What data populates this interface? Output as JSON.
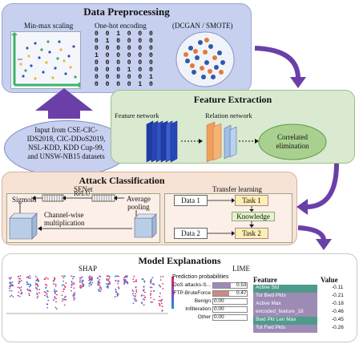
{
  "preprocessing": {
    "title": "Data Preprocessing",
    "minmax_label": "Min-max scaling",
    "onehot_label": "One-hot encoding",
    "gan_label": "(DCGAN / SMOTE)",
    "onehot_rows": [
      "0 0 1 0 0 0",
      "0 1 0 0 0 0",
      "0 0 0 0 0 0",
      "1 0 0 0 0 0",
      "0 0 0 0 0 0",
      "0 0 0 1 0 0",
      "0 0 0 0 0 1",
      "0 0 0 0 1 0"
    ]
  },
  "input": {
    "text_lines": [
      "Input from CSE-CIC-",
      "IDS2018, CIC-DDoS2019,",
      "NSL-KDD, KDD Cup-99,",
      "and UNSW-NB15 datasets"
    ]
  },
  "feature_extraction": {
    "title": "Feature Extraction",
    "feature_network": "Feature network",
    "relation_network": "Relation network",
    "correlated_line1": "Correlated",
    "correlated_line2": "elimination"
  },
  "attack_classification": {
    "title": "Attack Classification",
    "senet_label": "SENet",
    "sigmoid": "Sigmoid",
    "relu": "ReLU",
    "average_pooling_line1": "Average",
    "average_pooling_line2": "pooling",
    "channel_wise_line1": "Channel-wise",
    "channel_wise_line2": "multiplication",
    "transfer_learning": "Transfer learning",
    "data1": "Data 1",
    "data2": "Data 2",
    "task1": "Task 1",
    "task2": "Task 2",
    "knowledge": "Knowledge"
  },
  "model_explanations": {
    "title": "Model Explanations",
    "shap_label": "SHAP",
    "lime_label": "LIME",
    "prediction_title": "Prediction probabilities",
    "predictions": [
      {
        "label": "DoS attacks-S...",
        "value": "0.53",
        "fraction": 0.53,
        "color": "#9e8bb5"
      },
      {
        "label": "FTP-BruteForce",
        "value": "0.47",
        "fraction": 0.47,
        "color": "#c98a8a"
      },
      {
        "label": "Benign",
        "value": "0.00",
        "fraction": 0,
        "color": "#999999"
      },
      {
        "label": "Infilteration",
        "value": "0.00",
        "fraction": 0,
        "color": "#999999"
      },
      {
        "label": "Other",
        "value": "0.00",
        "fraction": 0,
        "color": "#999999"
      }
    ],
    "feature_header": "Feature",
    "value_header": "Value",
    "lime_rows": [
      {
        "feature": "Active Std",
        "value": "-0.11",
        "color": "#4f9a8a"
      },
      {
        "feature": "Tot Bwd Pkts",
        "value": "-0.21",
        "color": "#9e8bb5"
      },
      {
        "feature": "Active Max",
        "value": "-0.18",
        "color": "#9e8bb5"
      },
      {
        "feature": "encoded_feature_18",
        "value": "-0.46",
        "color": "#9e8bb5"
      },
      {
        "feature": "Bwd Pkt Len Max",
        "value": "-0.45",
        "color": "#4f9a8a"
      },
      {
        "feature": "Tot Fwd Pkts",
        "value": "-0.26",
        "color": "#9e8bb5"
      }
    ]
  },
  "colors": {
    "preprocess_bg": "#c7d0ef",
    "feature_bg": "#d9ead1",
    "attack_bg": "#f7e2d6",
    "arrow": "#6b3fa8",
    "input_bg": "#c7d0ef"
  }
}
